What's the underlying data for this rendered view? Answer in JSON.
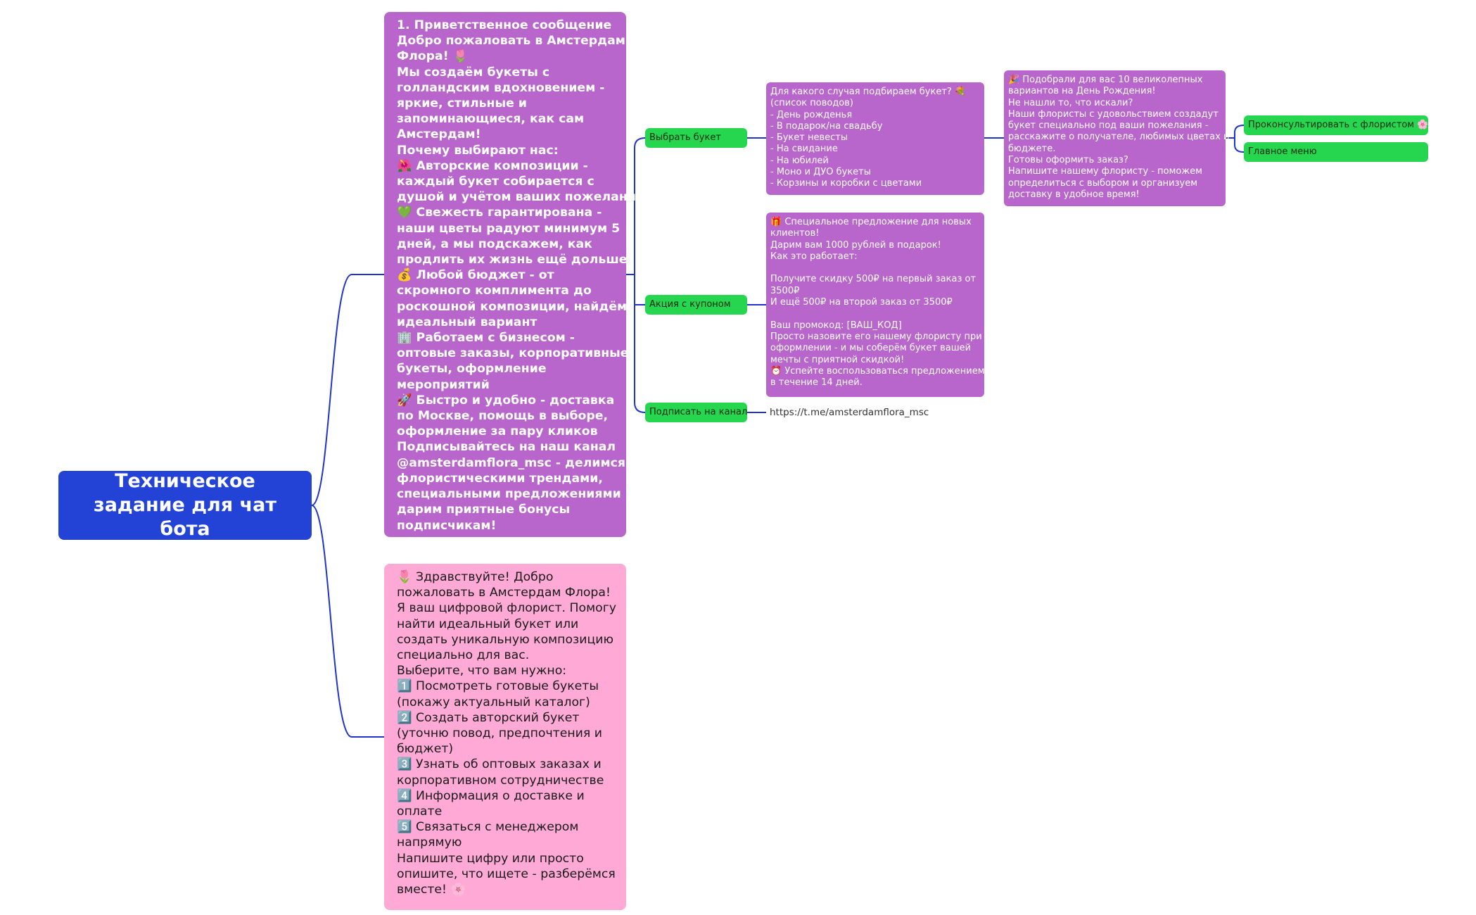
{
  "root": {
    "title_line1": "Техническое задание",
    "title_line2": "для чат бота"
  },
  "welcome_message": {
    "lines": [
      "1. Приветственное сообщение",
      "Добро пожаловать в Амстердам",
      "Флора! 🌷",
      "Мы создаём букеты с",
      "голландским вдохновением -",
      "яркие, стильные и",
      "запоминающиеся, как сам",
      "Амстердам!",
      "Почему выбирают нас:",
      "🌺 Авторские композиции -",
      "каждый букет собирается с",
      "душой и учётом ваших пожеланий",
      "💚 Свежесть гарантирована -",
      "наши цветы радуют минимум 5",
      "дней, а мы подскажем, как",
      "продлить их жизнь ещё дольше",
      "💰 Любой бюджет - от",
      "скромного комплимента до",
      "роскошной композиции, найдём",
      "идеальный вариант",
      "🏢 Работаем с бизнесом -",
      "оптовые заказы, корпоративные",
      "букеты, оформление",
      "мероприятий",
      "🚀 Быстро и удобно - доставка",
      "по Москве, помощь в выборе,",
      "оформление за пару кликов",
      "Подписывайтесь на наш канал",
      "@amsterdamflora_msc - делимся",
      "флористическими трендами,",
      "специальными предложениями и",
      "дарим приятные бонусы",
      "подписчикам!"
    ]
  },
  "hello_message": {
    "lines": [
      "🌷 Здравствуйте! Добро",
      "пожаловать в Амстердам Флора!",
      "Я ваш цифровой флорист. Помогу",
      "найти идеальный букет или",
      "создать уникальную композицию",
      "специально для вас.",
      "Выберите, что вам нужно:",
      "1️⃣ Посмотреть готовые букеты",
      "(покажу актуальный каталог)",
      "2️⃣ Создать авторский букет",
      "(уточню повод, предпочтения и",
      "бюджет)",
      "3️⃣ Узнать об оптовых заказах и",
      "корпоративном сотрудничестве",
      "4️⃣ Информация о доставке и",
      "оплате",
      "5️⃣ Связаться с менеджером",
      "напрямую",
      "Напишите цифру или просто",
      "опишите, что ищете - разберёмся",
      "вместе! 🌸"
    ]
  },
  "buttons": {
    "choose": "Выбрать букет",
    "coupon": "Акция с купоном",
    "subscribe": "Подписать на канал",
    "consult": "Проконсультировать с флористом 🌸",
    "main_menu": "Главное меню"
  },
  "occasion": {
    "lines": [
      "Для какого случая подбираем букет? 💐",
      "(список поводов)",
      "- День рожденья",
      "- В подарок/на свадьбу",
      "- Букет невесты",
      "- На свидание",
      "- На юбилей",
      "- Моно и ДУО букеты",
      "- Корзины и коробки с цветами"
    ]
  },
  "picked": {
    "lines": [
      "🎉 Подобрали для вас 10 великолепных",
      "вариантов на День Рождения!",
      "Не нашли то, что искали?",
      "Наши флористы с удовольствием создадут",
      "букет специально под ваши пожелания -",
      "расскажите о получателе, любимых цветах и",
      "бюджете.",
      "Готовы оформить заказ?",
      "Напишите нашему флористу - поможем",
      "определиться с выбором и организуем",
      "доставку в удобное время!"
    ]
  },
  "promo": {
    "lines": [
      "🎁 Специальное предложение для новых",
      "клиентов!",
      "Дарим вам 1000 рублей в подарок!",
      "Как это работает:",
      "",
      "Получите скидку 500₽ на первый заказ от",
      "3500₽",
      "И ещё 500₽ на второй заказ от 3500₽",
      "",
      "Ваш промокод: [ВАШ_КОД]",
      "Просто назовите его нашему флористу при",
      "оформлении - и мы соберём букет вашей",
      "мечты с приятной скидкой!",
      "⏰ Успейте воспользоваться предложением",
      "в течение 14 дней."
    ]
  },
  "channel_link": "https://t.me/amsterdamflora_msc",
  "colors": {
    "root": "#2342d6",
    "purple_node": "#b866cc",
    "pink_node": "#ffa9d6",
    "green_button": "#26d64e",
    "connector": "#2233cc"
  }
}
